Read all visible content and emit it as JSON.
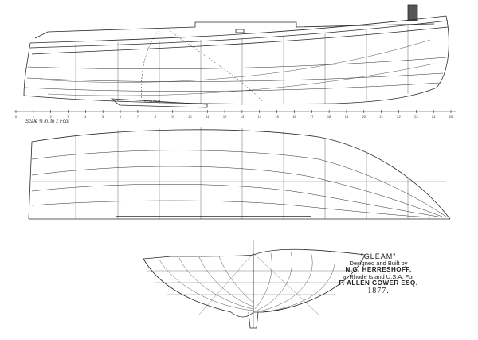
{
  "title_block": {
    "name": "\"GLEAM\"",
    "designed_by": "Designed and Built by",
    "builder": "N.G. HERRESHOFF,",
    "location": "at Rhode Island U.S.A. For",
    "owner": "F. ALLEN GOWER ESQ.",
    "year": "1877."
  },
  "profile": {
    "keel_label": "IRON KEEL"
  },
  "scale": {
    "note": "Scale ¾ in. to 1 Foot",
    "ticks": [
      "0",
      "1",
      "2",
      "3",
      "4",
      "5",
      "6",
      "7",
      "8",
      "9",
      "10",
      "11",
      "12",
      "13",
      "14",
      "15",
      "16",
      "17",
      "18",
      "19",
      "20",
      "21",
      "22",
      "23",
      "24",
      "25"
    ]
  },
  "colors": {
    "ink": "#2a2a2a",
    "paper": "#ffffff"
  }
}
